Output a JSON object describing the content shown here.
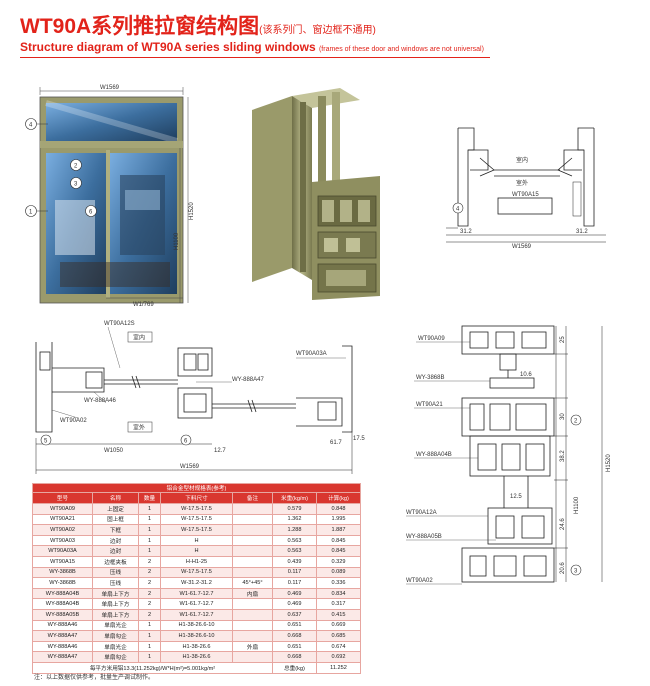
{
  "header": {
    "title_main": "WT90A系列推拉窗结构图",
    "title_note": "(该系列门、窗边框不通用)",
    "subtitle_main": "Structure diagram of WT90A series sliding windows",
    "subtitle_note": "(frames of these door and windows are not universal)"
  },
  "window_elevation": {
    "width_label": "W1569",
    "height_label": "H1520",
    "inner_height_label": "H1100",
    "sash_width_label": "W1/769",
    "callouts": [
      "4",
      "2",
      "3",
      "6",
      "1"
    ]
  },
  "vertical_section_top": {
    "room_in": "室内",
    "room_out": "室外",
    "profile": "WT90A15",
    "left_dim": "31.2",
    "right_dim": "31.2",
    "total": "W1569",
    "callout": "4"
  },
  "horizontal_section": {
    "room_in": "室内",
    "room_out": "室外",
    "labels": [
      "WT90A12S",
      "WT90A03A",
      "WY-888A47",
      "WY-888A46",
      "WT90A02"
    ],
    "dims": [
      "W1050",
      "W1569",
      "12.7",
      "61.7",
      "17.5"
    ],
    "callouts": [
      "5",
      "6"
    ]
  },
  "vertical_section_right": {
    "labels": [
      "WT90A09",
      "WY-3868B",
      "WT90A21",
      "WY-888A04B",
      "WT90A12A",
      "WY-888A05B",
      "WT90A02"
    ],
    "dims": [
      "25",
      "10.6",
      "30",
      "38.2",
      "12.5",
      "24.6",
      "20.6",
      "H1100",
      "H1520"
    ],
    "callouts": [
      "2",
      "3"
    ]
  },
  "table": {
    "caption": "铝合金型材规格表(参考)",
    "columns": [
      "型号",
      "名称",
      "数量",
      "下料尺寸",
      "备注",
      "米重(kg/m)",
      "计算(kg)"
    ],
    "rows": [
      [
        "WT90A09",
        "上固定",
        "1",
        "W-17.5-17.5",
        "",
        "0.579",
        "0.848"
      ],
      [
        "WT90A21",
        "固上框",
        "1",
        "W-17.5-17.5",
        "",
        "1.362",
        "1.995"
      ],
      [
        "WT90A02",
        "下框",
        "1",
        "W-17.5-17.5",
        "",
        "1.288",
        "1.887"
      ],
      [
        "WT90A03",
        "边封",
        "1",
        "H",
        "",
        "0.563",
        "0.845"
      ],
      [
        "WT90A03A",
        "边封",
        "1",
        "H",
        "",
        "0.563",
        "0.845"
      ],
      [
        "WT90A15",
        "边框夹板",
        "2",
        "H-H1-25",
        "",
        "0.439",
        "0.329"
      ],
      [
        "WY-3868B",
        "压线",
        "2",
        "W-17.5-17.5",
        "",
        "0.117",
        "0.089"
      ],
      [
        "WY-3868B",
        "压线",
        "2",
        "W-31.2-31.2",
        "",
        "0.117",
        "0.336"
      ],
      [
        "WY-888A04B",
        "单扇上下方",
        "2",
        "W1-61.7-12.7",
        "",
        "0.469",
        "0.834"
      ],
      [
        "WY-888A04B",
        "单扇上下方",
        "2",
        "W1-61.7-12.7",
        "",
        "0.469",
        "0.317"
      ],
      [
        "WY-888A05B",
        "单扇上下方",
        "2",
        "W1-61.7-12.7",
        "",
        "0.637",
        "0.415"
      ],
      [
        "WY-888A46",
        "单扇光企",
        "1",
        "H1-38-26.6-10",
        "",
        "0.651",
        "0.669"
      ],
      [
        "WY-888A47",
        "单扇勾企",
        "1",
        "H1-38-26.6-10",
        "",
        "0.668",
        "0.685"
      ],
      [
        "WY-888A46",
        "单扇光企",
        "1",
        "H1-38-26.6",
        "",
        "0.651",
        "0.674"
      ],
      [
        "WY-888A47",
        "单扇勾企",
        "1",
        "H1-38-26.6",
        "",
        "0.668",
        "0.692"
      ]
    ],
    "notes": [
      "45°+45°",
      "内扇",
      "外扇"
    ],
    "footer_left": "每平方米用铝13.3(11.252kg)/W*H(m²)=5.001kg/m²",
    "footer_total_label": "总重(kg)",
    "footer_total_value": "11.252"
  },
  "footnote": "注：以上数据仅供参考，批量生产调试制作。",
  "colors": {
    "title": "#e2231a",
    "table_head": "#d9372f",
    "profile_body": "#8a8a5c",
    "profile_light": "#b8b88a"
  }
}
